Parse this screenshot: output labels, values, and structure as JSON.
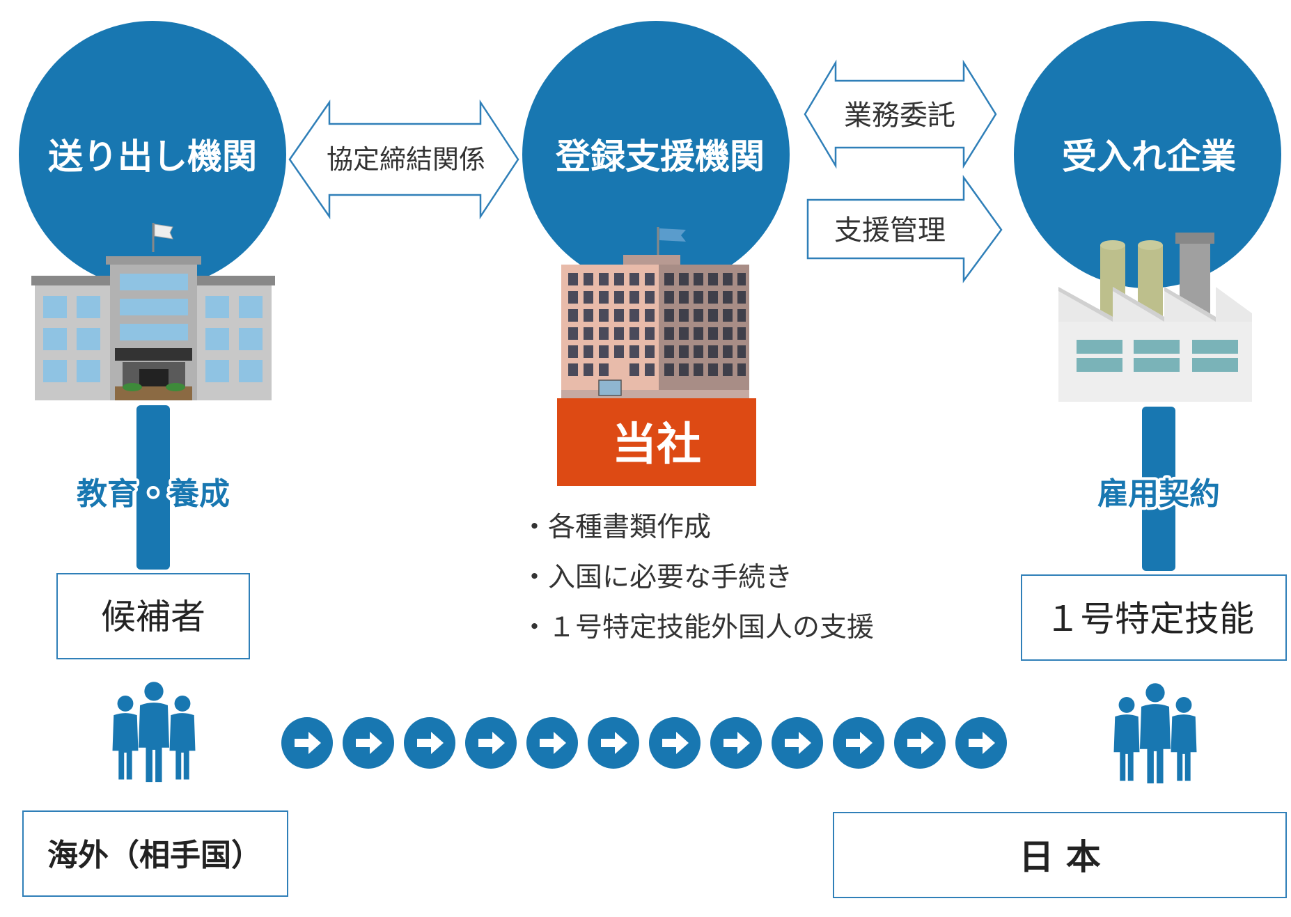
{
  "colors": {
    "primary_blue": "#1877b1",
    "company_orange": "#dd4a14",
    "outline_blue": "#2f7fb8",
    "text_dark": "#222222"
  },
  "nodes": {
    "sending": "送り出し機関",
    "registered": "登録支援機関",
    "receiving": "受入れ企業"
  },
  "relations": {
    "agreement": "協定締結関係",
    "outsourcing": "業務委託",
    "support_management": "支援管理"
  },
  "company_label": "当社",
  "bullets": [
    "・各種書類作成",
    "・入国に必要な手続き",
    "・１号特定技能外国人の支援"
  ],
  "connectors": {
    "left": "教育・養成",
    "right": "雇用契約"
  },
  "boxes": {
    "candidate": "候補者",
    "specified_skill": "１号特定技能",
    "overseas": "海外（相手国）",
    "japan": "日 本"
  },
  "icons": {
    "school": "school-building-icon",
    "office": "office-building-icon",
    "factory": "factory-icon",
    "people": "people-group-icon",
    "arrow": "arrow-right-circle-icon"
  }
}
